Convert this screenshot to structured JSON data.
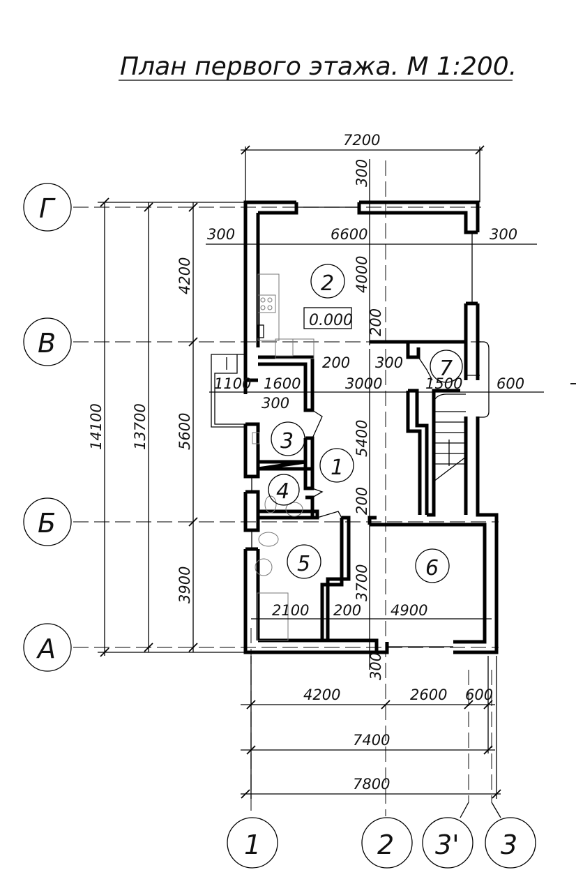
{
  "title": "План первого этажа. М 1:200.",
  "level_mark": "0.000",
  "axes": {
    "rows": [
      "Г",
      "В",
      "Б",
      "А"
    ],
    "columns": [
      "1",
      "2",
      "3'",
      "3"
    ]
  },
  "rooms": [
    "1",
    "2",
    "3",
    "4",
    "5",
    "6",
    "7"
  ],
  "dimensions": {
    "top_overall": "7200",
    "top_wall": "300",
    "upper_row": [
      "300",
      "6600",
      "300"
    ],
    "room2_height": "4000",
    "partition_200_upper": "200",
    "middle_row": [
      "1100",
      "1600",
      "3000",
      "1500",
      "600"
    ],
    "middle_extra": [
      "200",
      "300",
      "300"
    ],
    "hall_height": "5400",
    "partition_200_lower": "200",
    "lower_row": [
      "2100",
      "200",
      "4900"
    ],
    "lower_height": "3700",
    "bottom_wall": "300",
    "bottom_chain": [
      "4200",
      "2600",
      "600"
    ],
    "bottom_7400": "7400",
    "bottom_7800": "7800",
    "left_overall": "14100",
    "left_13700": "13700",
    "left_chain": [
      "4200",
      "5600",
      "3900"
    ]
  }
}
